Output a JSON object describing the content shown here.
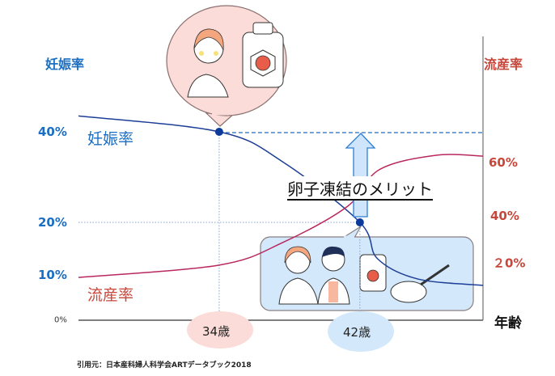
{
  "chart_data": {
    "type": "line",
    "title": "卵子凍結のメリット",
    "xlabel": "年齢",
    "x_ticks": [
      {
        "age": 34,
        "label": "34歳",
        "color": "#fbdcd8"
      },
      {
        "age": 42,
        "label": "42歳",
        "color": "#d3e8fb"
      }
    ],
    "xlim": [
      26,
      49
    ],
    "left_axis": {
      "label": "妊娠率",
      "ticks": [
        {
          "v": 40,
          "label": "40%"
        },
        {
          "v": 20,
          "label": "20%"
        },
        {
          "v": 10,
          "label": "10%"
        },
        {
          "v": 0,
          "label": "0%"
        }
      ]
    },
    "right_axis": {
      "label": "流産率",
      "ticks": [
        {
          "v": 60,
          "label": "60%"
        },
        {
          "v": 40,
          "label": "40%"
        },
        {
          "v": 20,
          "label": "２0%"
        }
      ]
    },
    "series": [
      {
        "name": "妊娠率",
        "axis": "left",
        "color": "#1c3e96",
        "x": [
          26,
          34,
          37.6,
          42,
          43,
          45.3,
          49
        ],
        "y": [
          43.5,
          40,
          33.4,
          20,
          13.1,
          9.1,
          7.7
        ]
      },
      {
        "name": "流産率",
        "axis": "right",
        "color": "#b8285e",
        "x": [
          26,
          34,
          37.6,
          41.3,
          43.1,
          46.3,
          49
        ],
        "y": [
          14.9,
          19.2,
          28.6,
          43.6,
          57.3,
          62.7,
          62.4
        ]
      }
    ],
    "highlight_points": [
      {
        "age": 34,
        "value": 40
      },
      {
        "age": 42,
        "value": 20
      }
    ],
    "annotations": {
      "pregnancy_label": "妊娠率",
      "miscarriage_label": "流産率",
      "benefit_title": "卵子凍結のメリット"
    }
  },
  "source": "引用元：日本産科婦人科学会ARTデータブック2018",
  "colors": {
    "blue": "#1a6fc4",
    "red": "#c8463a",
    "pink_bubble": "#fbdcd8",
    "blue_bubble": "#d3e8fb"
  }
}
